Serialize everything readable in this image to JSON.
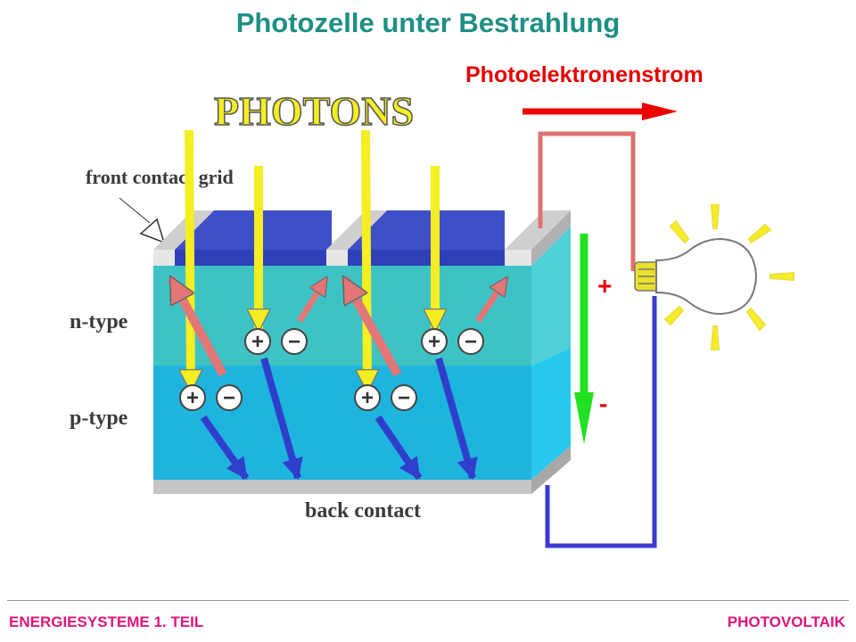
{
  "slide": {
    "title": "Photozelle unter Bestrahlung",
    "current_label": "Photoelektronenstrom"
  },
  "diagram": {
    "photons_label": "PHOTONS",
    "front_contact_label": "front contact grid",
    "n_type_label": "n-type",
    "p_type_label": "p-type",
    "back_contact_label": "back contact",
    "plus_sign": "+",
    "minus_sign": "-",
    "hole_symbol": "+",
    "electron_symbol": "−"
  },
  "footer": {
    "left": "ENERGIESYSTEME 1. TEIL",
    "right": "PHOTOVOLTAIK"
  },
  "colors": {
    "title": "#1e8f84",
    "current": "#e60000",
    "footer": "#e0157a",
    "n_type": "#3ec3c5",
    "p_type": "#1fb4de",
    "photon": "#f4ee22",
    "hole_arrow": "#e37676",
    "electron_arrow": "#2f3fcb",
    "wire_top": "#e07070",
    "wire_bottom": "#3a3ad0",
    "voltage_arrow": "#22e022"
  }
}
